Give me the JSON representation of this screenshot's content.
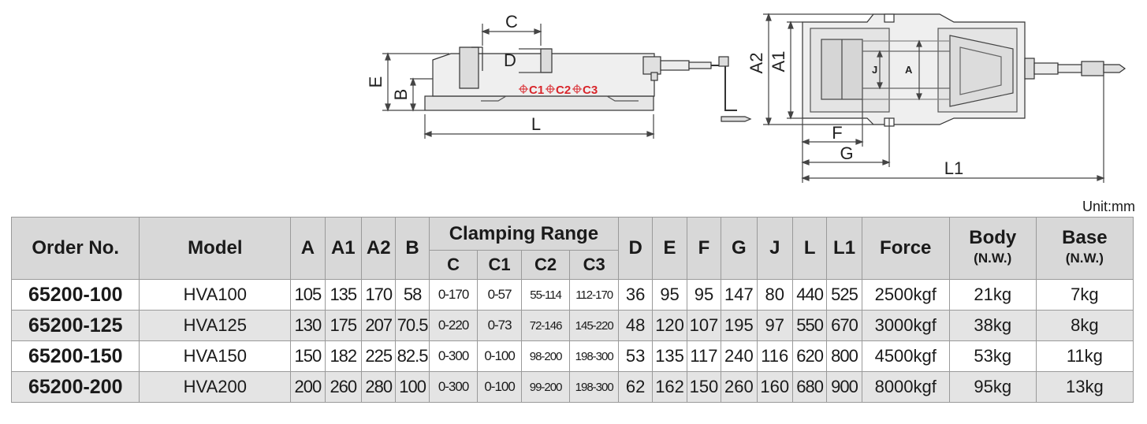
{
  "diagram": {
    "side_labels": {
      "C": "C",
      "D": "D",
      "E": "E",
      "B": "B",
      "L": "L",
      "C1": "C1",
      "C2": "C2",
      "C3": "C3"
    },
    "top_labels": {
      "A2": "A2",
      "A1": "A1",
      "J": "J",
      "A": "A",
      "F": "F",
      "G": "G",
      "L1": "L1"
    },
    "accent_color": "#d8262b"
  },
  "unit_label": "Unit:mm",
  "table": {
    "headers": {
      "order_no": "Order No.",
      "model": "Model",
      "A": "A",
      "A1": "A1",
      "A2": "A2",
      "B": "B",
      "clamping_range": "Clamping Range",
      "C": "C",
      "C1": "C1",
      "C2": "C2",
      "C3": "C3",
      "D": "D",
      "E": "E",
      "F": "F",
      "G": "G",
      "J": "J",
      "L": "L",
      "L1": "L1",
      "force": "Force",
      "body": "Body",
      "body_sub": "(N.W.)",
      "base": "Base",
      "base_sub": "(N.W.)"
    },
    "rows": [
      {
        "order": "65200-100",
        "model": "HVA100",
        "A": "105",
        "A1": "135",
        "A2": "170",
        "B": "58",
        "C": "0-170",
        "C1": "0-57",
        "C2": "55-114",
        "C3": "112-170",
        "D": "36",
        "E": "95",
        "F": "95",
        "G": "147",
        "J": "80",
        "L": "440",
        "L1": "525",
        "force": "2500kgf",
        "body": "21kg",
        "base": "7kg"
      },
      {
        "order": "65200-125",
        "model": "HVA125",
        "A": "130",
        "A1": "175",
        "A2": "207",
        "B": "70.5",
        "C": "0-220",
        "C1": "0-73",
        "C2": "72-146",
        "C3": "145-220",
        "D": "48",
        "E": "120",
        "F": "107",
        "G": "195",
        "J": "97",
        "L": "550",
        "L1": "670",
        "force": "3000kgf",
        "body": "38kg",
        "base": "8kg"
      },
      {
        "order": "65200-150",
        "model": "HVA150",
        "A": "150",
        "A1": "182",
        "A2": "225",
        "B": "82.5",
        "C": "0-300",
        "C1": "0-100",
        "C2": "98-200",
        "C3": "198-300",
        "D": "53",
        "E": "135",
        "F": "117",
        "G": "240",
        "J": "116",
        "L": "620",
        "L1": "800",
        "force": "4500kgf",
        "body": "53kg",
        "base": "11kg"
      },
      {
        "order": "65200-200",
        "model": "HVA200",
        "A": "200",
        "A1": "260",
        "A2": "280",
        "B": "100",
        "C": "0-300",
        "C1": "0-100",
        "C2": "99-200",
        "C3": "198-300",
        "D": "62",
        "E": "162",
        "F": "150",
        "G": "260",
        "J": "160",
        "L": "680",
        "L1": "900",
        "force": "8000kgf",
        "body": "95kg",
        "base": "13kg"
      }
    ]
  }
}
